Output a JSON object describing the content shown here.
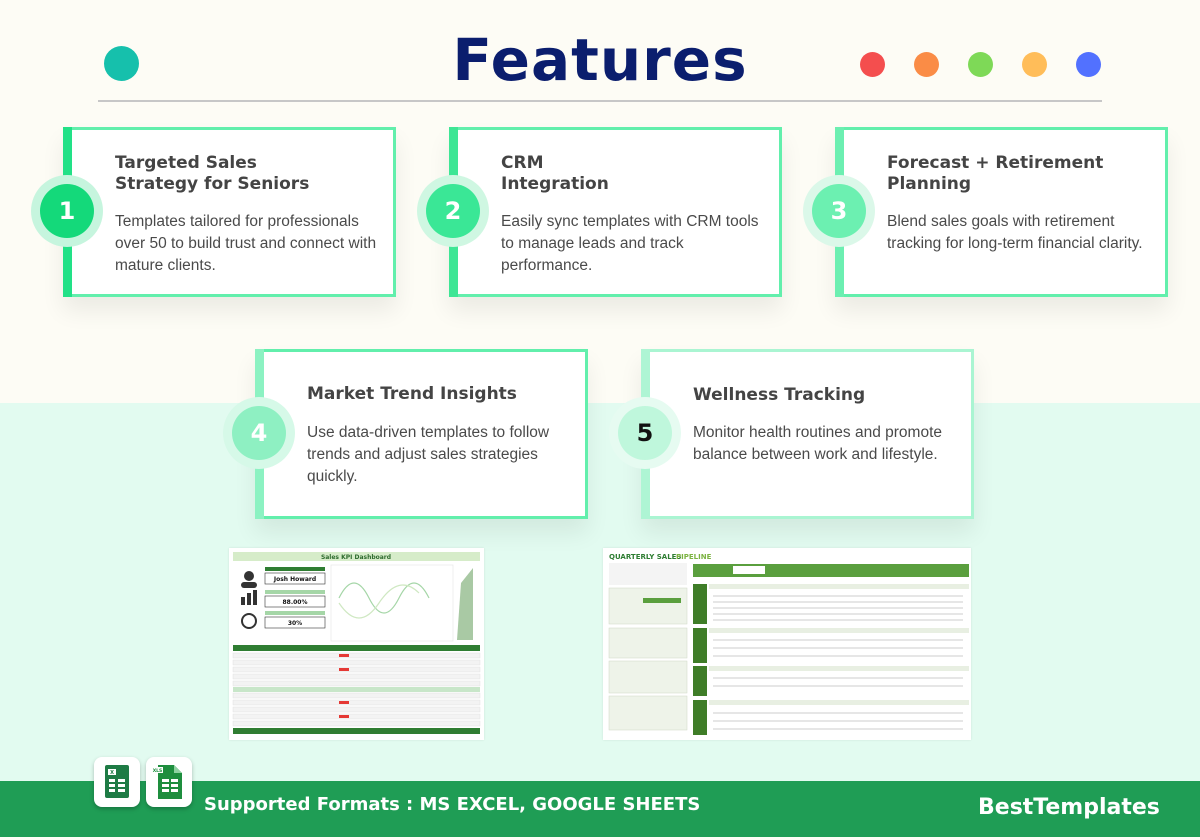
{
  "header": {
    "title": "Features"
  },
  "colors": {
    "accent_teal": "#16c0ac",
    "dots": [
      "#f44e4e",
      "#fa8c46",
      "#7ed957",
      "#ffbd59",
      "#5271ff"
    ],
    "title_navy": "#0b1e6e",
    "card_border": "#62efac",
    "footer_green": "#1f9d55"
  },
  "features": [
    {
      "number": "1",
      "title_line1": "Targeted Sales",
      "title_line2": "Strategy for Seniors",
      "description": "Templates tailored for professionals over 50 to build trust and connect with mature clients."
    },
    {
      "number": "2",
      "title_line1": "CRM",
      "title_line2": "Integration",
      "description": "Easily sync templates with CRM tools to manage leads and track performance."
    },
    {
      "number": "3",
      "title_line1": "Forecast + Retirement",
      "title_line2": "Planning",
      "description": "Blend sales goals with retirement tracking for long-term financial clarity."
    },
    {
      "number": "4",
      "title_line1": "Market Trend Insights",
      "title_line2": "",
      "description": "Use data-driven templates to follow trends and adjust sales strategies quickly."
    },
    {
      "number": "5",
      "title_line1": "Wellness Tracking",
      "title_line2": "",
      "description": "Monitor health routines and promote balance between work and lifestyle."
    }
  ],
  "previews": {
    "left_title": "Sales KPI Dashboard",
    "left_name": "Josh Howard",
    "left_value1": "88.00%",
    "left_value2": "30%",
    "right_title_a": "QUARTERLY SALES",
    "right_title_b": "PIPELINE"
  },
  "footer": {
    "formats_text": "Supported Formats : MS EXCEL, GOOGLE SHEETS",
    "brand": "BestTemplates",
    "icons": [
      "excel-icon",
      "google-sheets-icon"
    ]
  }
}
